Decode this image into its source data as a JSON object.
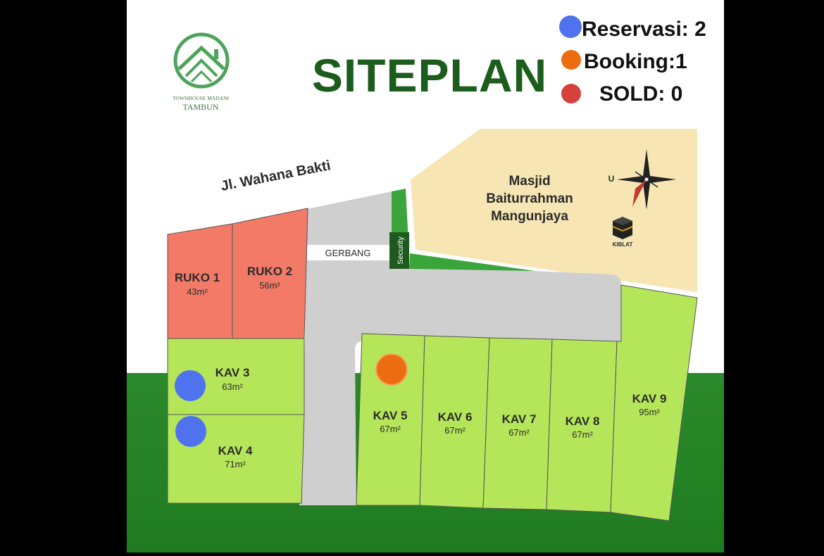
{
  "brand": {
    "line1": "TOWNHOUSE MADANI",
    "line2": "TAMBUN"
  },
  "title": "SITEPLAN",
  "legend": [
    {
      "text": "Reservasi: 2",
      "color": "#4f72ee"
    },
    {
      "text": "Booking:1",
      "color": "#ec6c12"
    },
    {
      "text": "SOLD: 0",
      "color": "#d6413b"
    }
  ],
  "road_name": "Jl. Wahana Bakti",
  "gate": "GERBANG",
  "security": "Security",
  "mosque": {
    "line1": "Masjid",
    "line2": "Baiturrahman",
    "line3": "Mangunjaya"
  },
  "compass": {
    "north": "U"
  },
  "qibla": "KIBLAT",
  "plots": {
    "ruko1": {
      "name": "RUKO 1",
      "area": "43m²",
      "status": "available"
    },
    "ruko2": {
      "name": "RUKO 2",
      "area": "56m²",
      "status": "available"
    },
    "kav3": {
      "name": "KAV 3",
      "area": "63m²",
      "status": "reservasi"
    },
    "kav4": {
      "name": "KAV 4",
      "area": "71m²",
      "status": "reservasi"
    },
    "kav5": {
      "name": "KAV 5",
      "area": "67m²",
      "status": "booking"
    },
    "kav6": {
      "name": "KAV 6",
      "area": "67m²",
      "status": "available"
    },
    "kav7": {
      "name": "KAV 7",
      "area": "67m²",
      "status": "available"
    },
    "kav8": {
      "name": "KAV 8",
      "area": "67m²",
      "status": "available"
    },
    "kav9": {
      "name": "KAV 9",
      "area": "95m²",
      "status": "available"
    }
  },
  "colors": {
    "ruko": "#f47a68",
    "kav": "#b5e65a",
    "road": "#cfcfcf",
    "mosque": "#f7e6b4",
    "grass": "#2f8a2c",
    "title": "#1c5c1c",
    "logo": "#4da35a"
  }
}
